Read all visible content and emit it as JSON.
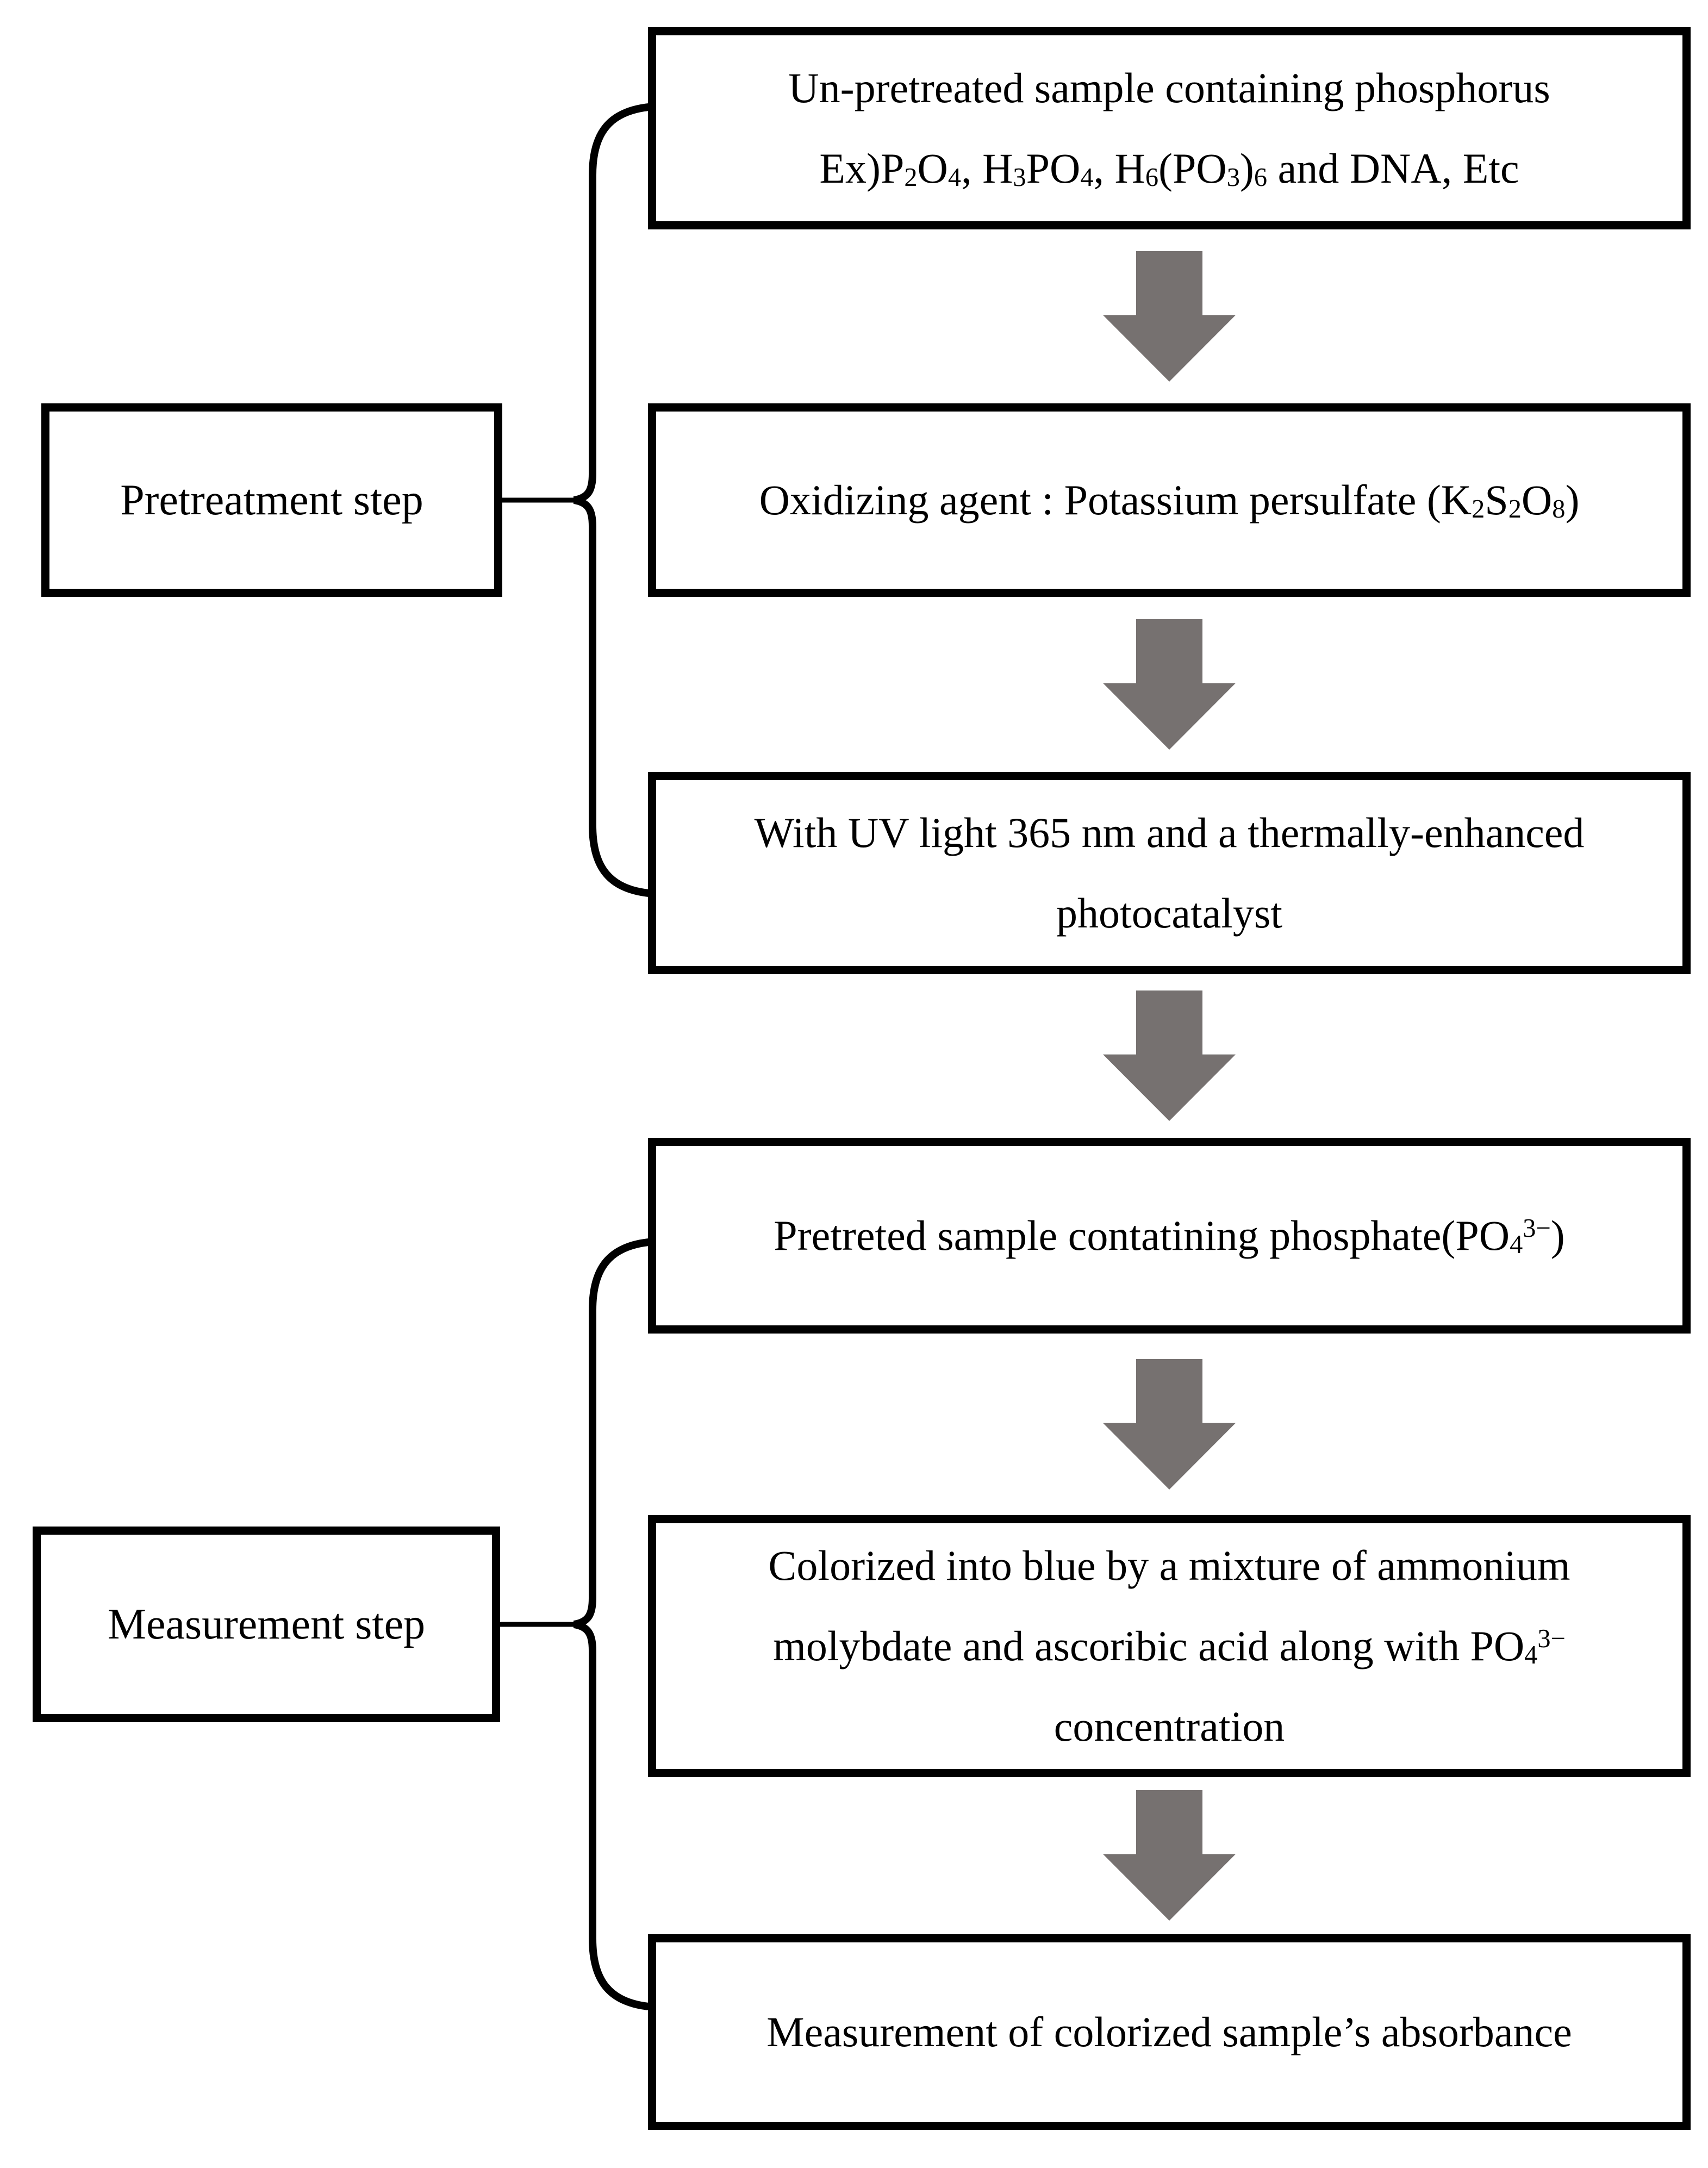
{
  "figure": {
    "type": "flowchart",
    "description": "Phosphorus measurement procedure flow diagram"
  },
  "colors": {
    "background": "#ffffff",
    "box_border": "#000000",
    "text": "#000000",
    "arrow": "#767170"
  },
  "groups": [
    {
      "label": "Pretreatment step",
      "steps_covered": [
        1,
        2,
        3
      ]
    },
    {
      "label": "Measurement step",
      "steps_covered": [
        4,
        5,
        6
      ]
    }
  ],
  "steps": [
    {
      "text": "Un-pretreated sample containing phosphorus Ex)P2O4, H3PO4, H6(PO3)6 and DNA, Etc",
      "lines_html": [
        "Un-pretreated sample containing phosphorus",
        "Ex)P<sub>2</sub>O<sub>4</sub>, H<sub>3</sub>PO<sub>4</sub>, H<sub>6</sub>(PO<sub>3</sub>)<sub>6</sub> and DNA, Etc"
      ]
    },
    {
      "text": "Oxidizing agent : Potassium persulfate (K2S2O8)",
      "lines_html": [
        "Oxidizing agent : Potassium persulfate (K<sub>2</sub>S<sub>2</sub>O<sub>8</sub>)"
      ]
    },
    {
      "text": "With UV light 365 nm and a thermally-enhanced photocatalyst",
      "lines_html": [
        "With UV light 365 nm and a thermally-enhanced",
        "photocatalyst"
      ]
    },
    {
      "text": "Pretreted sample contatining phosphate(PO4 3-)",
      "lines_html": [
        "Pretreted sample contatining phosphate(PO<sub>4</sub><sup>3−</sup>)"
      ]
    },
    {
      "text": "Colorized into blue by a mixture of ammonium molybdate and ascoribic acid along with PO4 3- concentration",
      "lines_html": [
        "Colorized into blue by a mixture of ammonium",
        "molybdate and ascoribic acid along with PO<sub>4</sub><sup>3−</sup>",
        "concentration"
      ]
    },
    {
      "text": "Measurement of colorized sample’s absorbance",
      "lines_html": [
        "Measurement of colorized sample’s absorbance"
      ]
    }
  ]
}
